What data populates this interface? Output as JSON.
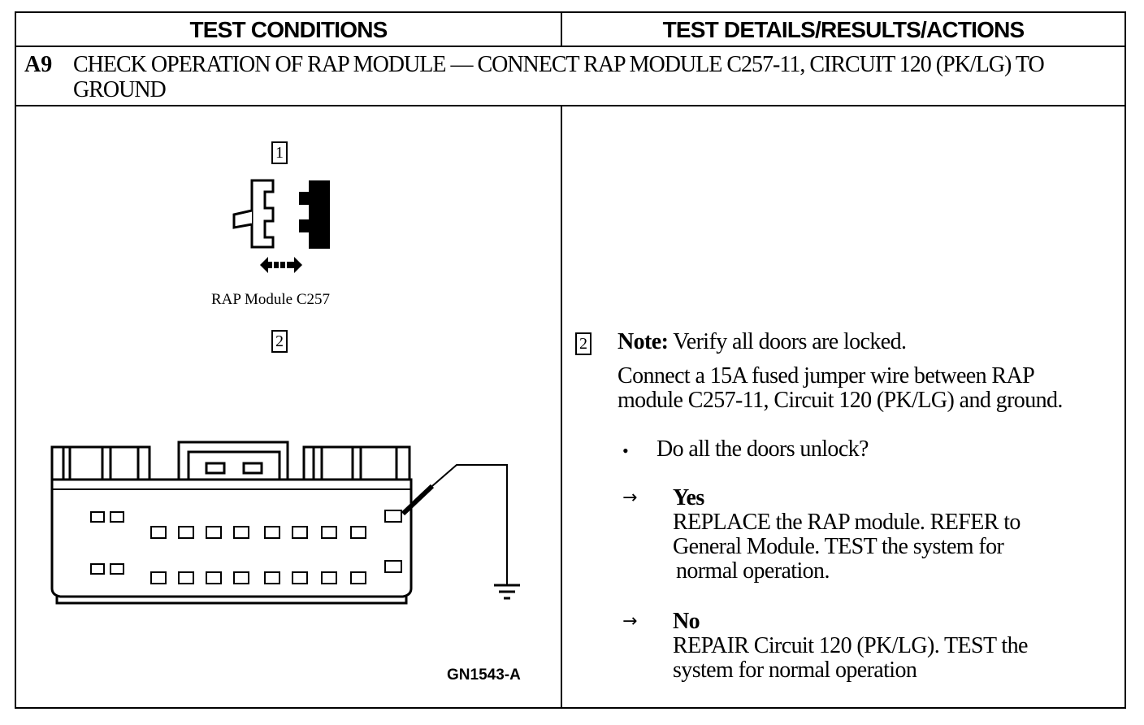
{
  "header": {
    "left": "TEST CONDITIONS",
    "right": "TEST DETAILS/RESULTS/ACTIONS"
  },
  "step": {
    "id": "A9",
    "title": "CHECK OPERATION OF RAP MODULE — CONNECT RAP MODULE C257-11, CIRCUIT 120 (PK/LG) TO GROUND"
  },
  "left": {
    "box1": "1",
    "connector_label": "RAP Module C257",
    "box2": "2",
    "figure_code": "GN1543-A"
  },
  "right": {
    "box2": "2",
    "note_label": "Note:",
    "note_text": "Verify all doors are locked.",
    "instruction_line1": "Connect a 15A fused jumper wire between RAP",
    "instruction_line2": "module C257-11, Circuit 120 (PK/LG) and ground.",
    "bullet": "•",
    "question": "Do all the doors unlock?",
    "arrow": "→",
    "yes": {
      "label": "Yes",
      "line1": "REPLACE the RAP module. REFER to",
      "line2": "General  Module. TEST the system for",
      "line3": "normal operation."
    },
    "no": {
      "label": "No",
      "line1": "REPAIR Circuit 120 (PK/LG). TEST the",
      "line2": "system for normal operation"
    }
  }
}
